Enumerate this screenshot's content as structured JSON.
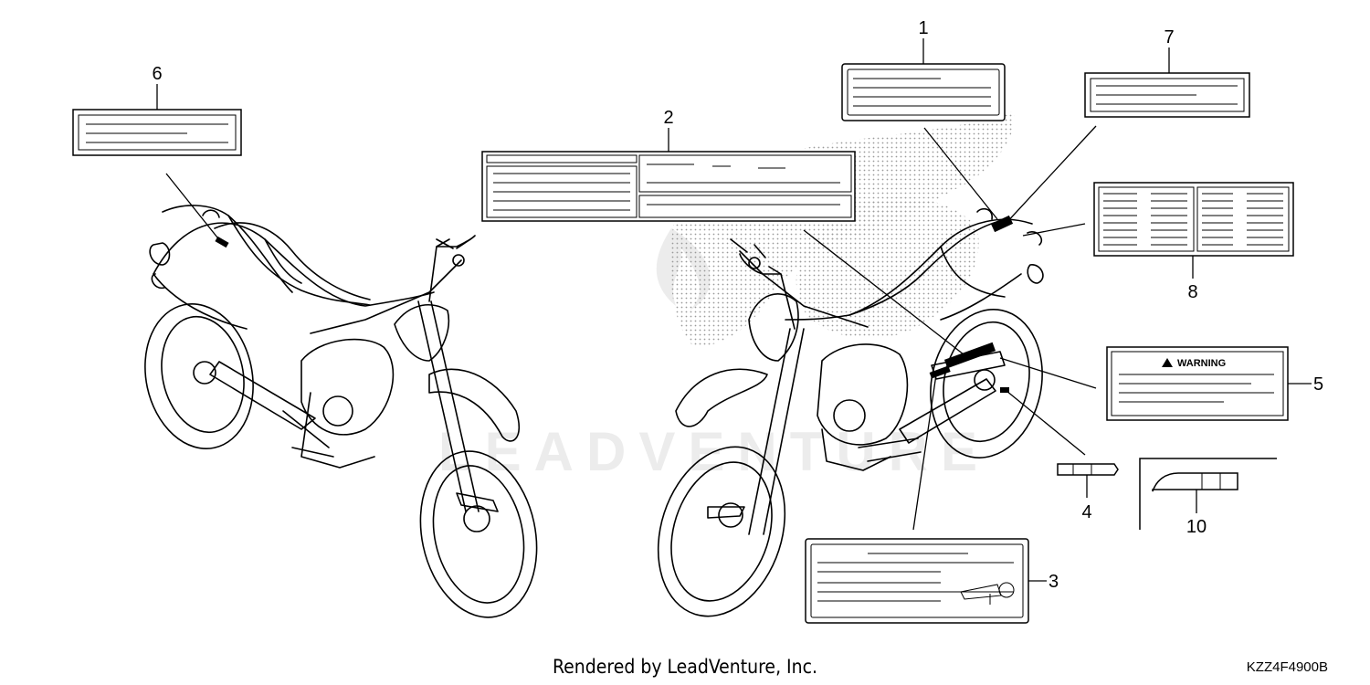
{
  "callouts": {
    "c1": "1",
    "c2": "2",
    "c3": "3",
    "c4": "4",
    "c5": "5",
    "c6": "6",
    "c7": "7",
    "c8": "8",
    "c10": "10"
  },
  "warning_label_text": "WARNING",
  "watermark": "LEADVENTURE",
  "footer": "Rendered by LeadVenture, Inc.",
  "diagram_code": "KZZ4F4900B",
  "colors": {
    "line": "#000000",
    "watermark": "#d9d9d9"
  }
}
